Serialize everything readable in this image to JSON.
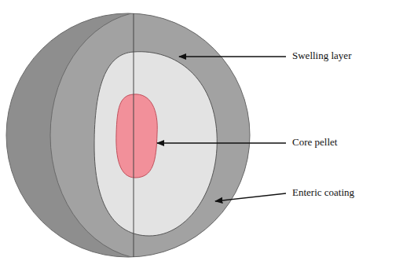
{
  "diagram": {
    "labels": [
      "Swelling layer",
      "Core pellet",
      "Enteric coating"
    ]
  }
}
